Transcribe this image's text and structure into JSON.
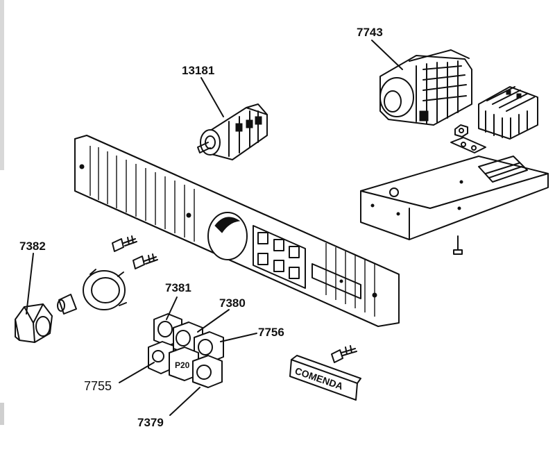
{
  "labels": {
    "l13181": "13181",
    "l7743": "7743",
    "l7382": "7382",
    "l7381": "7381",
    "l7380": "7380",
    "l7756": "7756",
    "l7755": "7755",
    "l7379": "7379"
  },
  "badges": {
    "switch_text": "P20",
    "nameplate_text": "COMENDA"
  }
}
